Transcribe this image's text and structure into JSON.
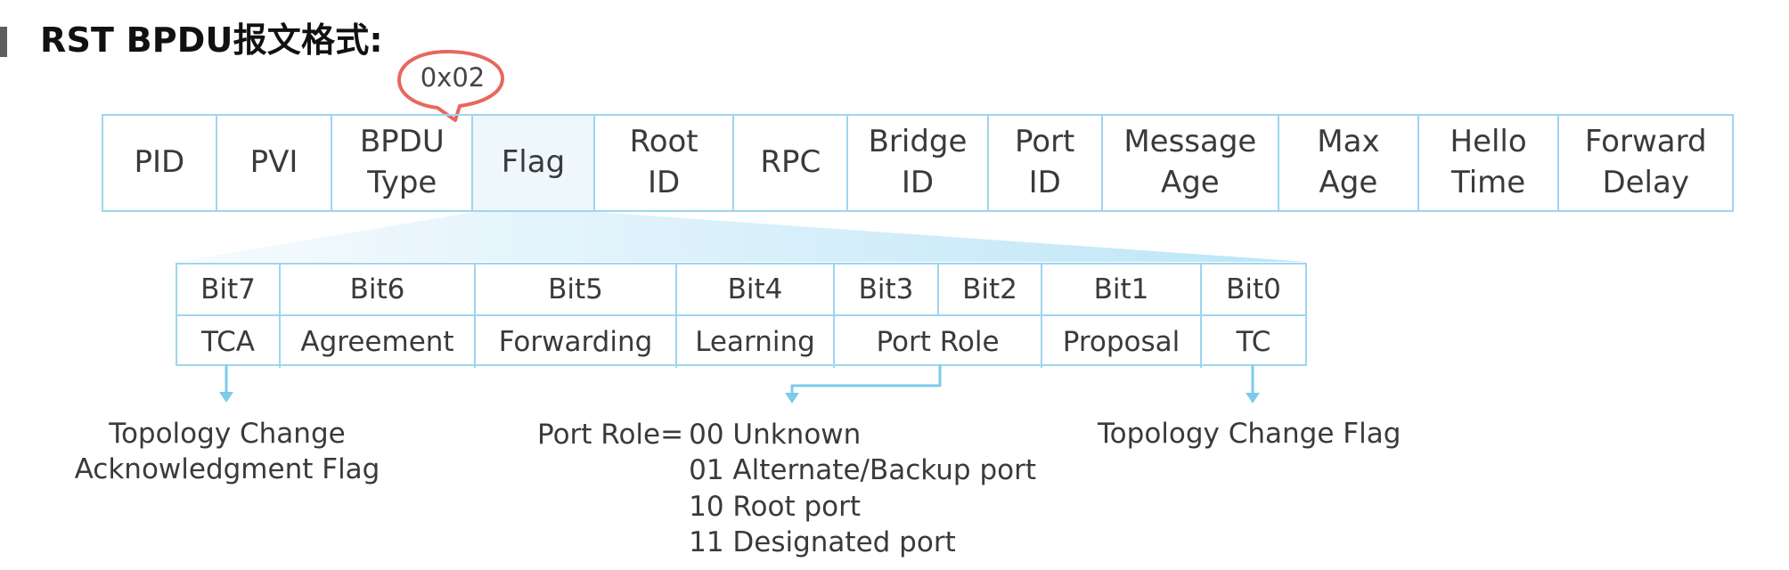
{
  "title": "RST BPDU报文格式:",
  "callout": {
    "text": "0x02",
    "color": "#e8675e"
  },
  "fields": [
    {
      "label": "PID"
    },
    {
      "label": "PVI"
    },
    {
      "label": "BPDU\nType"
    },
    {
      "label": "Flag",
      "highlighted": true
    },
    {
      "label": "Root\nID"
    },
    {
      "label": "RPC"
    },
    {
      "label": "Bridge\nID"
    },
    {
      "label": "Port\nID"
    },
    {
      "label": "Message\nAge"
    },
    {
      "label": "Max\nAge"
    },
    {
      "label": "Hello\nTime"
    },
    {
      "label": "Forward\nDelay"
    }
  ],
  "flag_table": {
    "bits": [
      "Bit7",
      "Bit6",
      "Bit5",
      "Bit4",
      "Bit3",
      "Bit2",
      "Bit1",
      "Bit0"
    ],
    "meanings": [
      "TCA",
      "Agreement",
      "Forwarding",
      "Learning",
      "Port Role",
      "Proposal",
      "TC"
    ]
  },
  "annotations": {
    "tca_line1": "Topology Change",
    "tca_line2": "Acknowledgment Flag",
    "port_role_label": "Port Role=",
    "port_role_values": [
      "00 Unknown",
      "01 Alternate/Backup port",
      "10 Root port",
      "11 Designated port"
    ],
    "tc_note": "Topology Change Flag"
  },
  "colors": {
    "table_border": "#9fd5ef",
    "flag_highlight": "#edf7fc",
    "arrow": "#7ccbea",
    "wedge_start": "#f6fbfe",
    "wedge_end": "#b9e4f6"
  }
}
